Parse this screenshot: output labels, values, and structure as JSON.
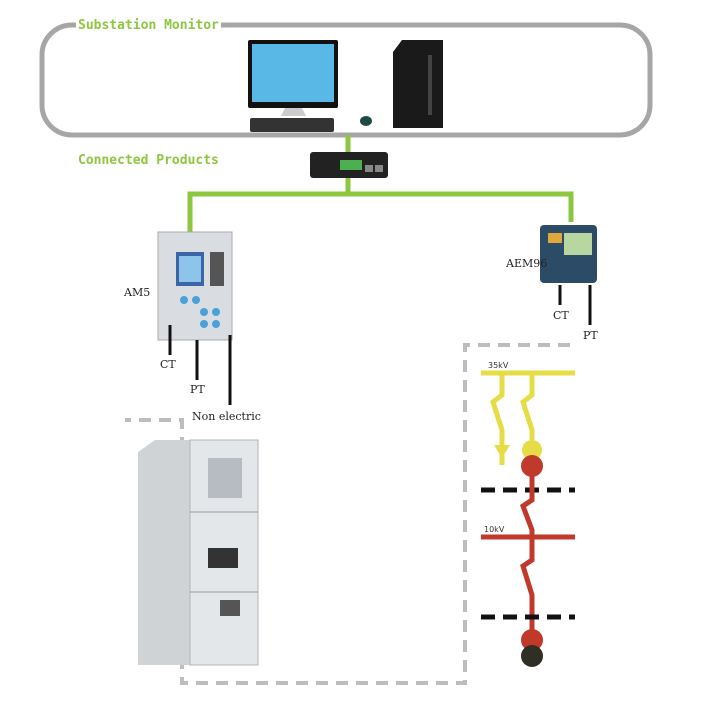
{
  "title": "Substation Monitor",
  "section": "Connected Products",
  "devices": {
    "left": "AM5",
    "right": "AEM96"
  },
  "left_wires": {
    "ct": "CT",
    "pt": "PT",
    "non_electric": "Non electric"
  },
  "right_wires": {
    "ct": "CT",
    "pt": "PT"
  },
  "voltages": {
    "high": "35kV",
    "low": "10kV"
  },
  "colors": {
    "network": "#8dc63f",
    "frame": "#a6a6a6",
    "high_voltage": "#e6dc45",
    "low_voltage": "#c0392b"
  }
}
